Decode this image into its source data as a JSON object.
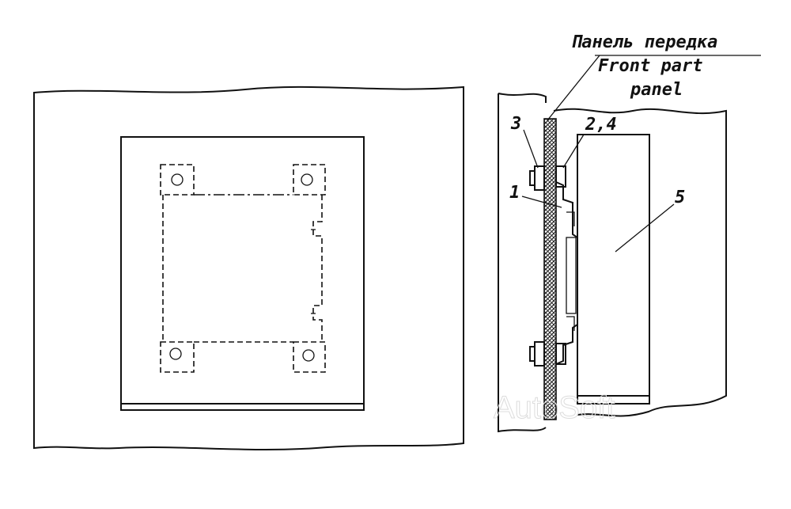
{
  "labels": {
    "panel_ru": "Панель передка",
    "panel_en_line1": "Front part",
    "panel_en_line2": "panel",
    "callout_1": "1",
    "callout_2_4": "2,4",
    "callout_3": "3",
    "callout_5": "5"
  },
  "watermark": "AutoSoft",
  "colors": {
    "ink": "#111111",
    "paper": "#ffffff",
    "watermark": "#dcdcdc",
    "hatch": "#222222"
  }
}
